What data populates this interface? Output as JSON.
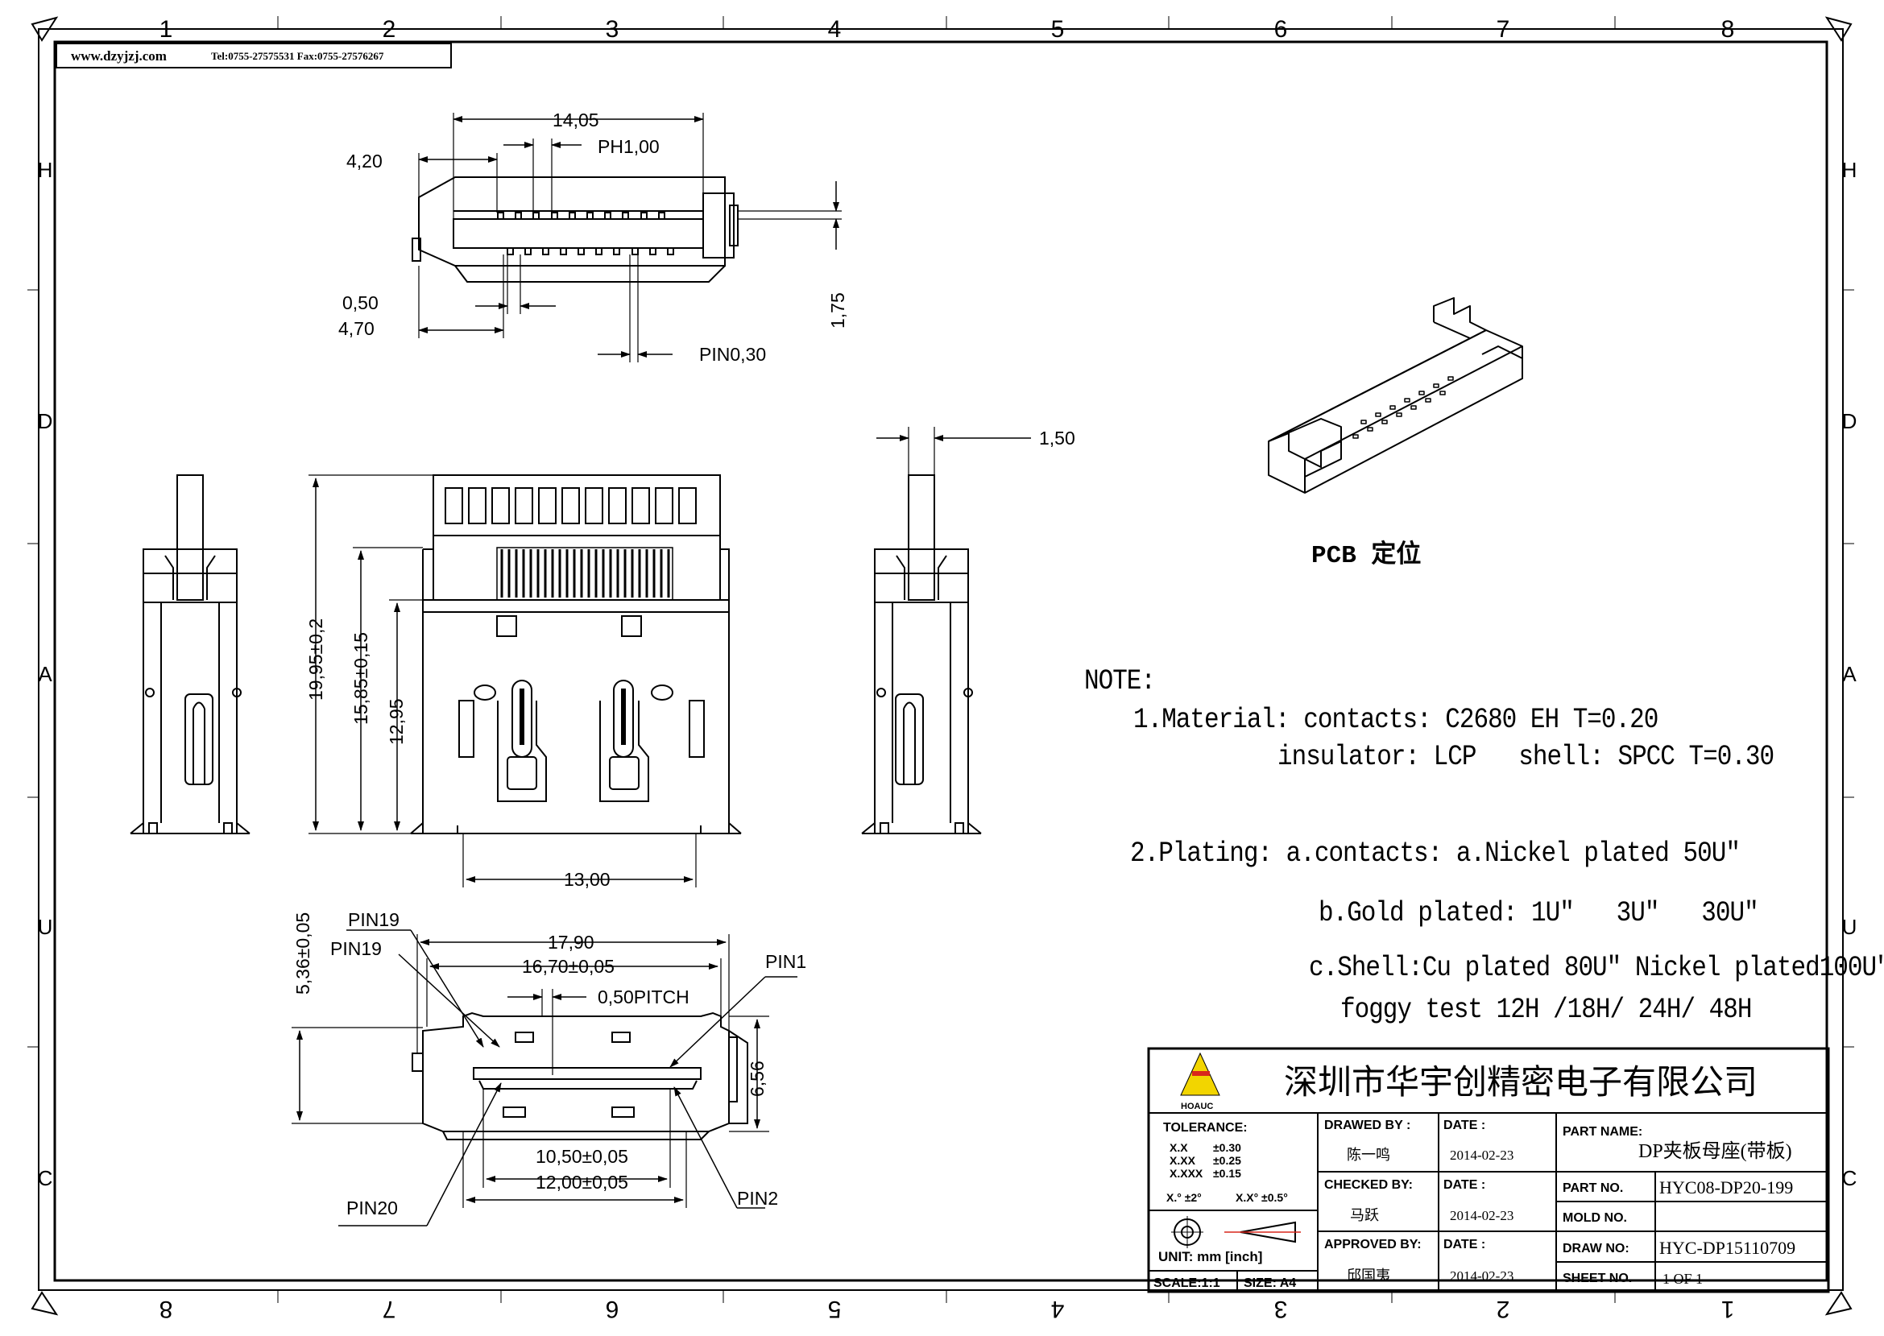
{
  "header": {
    "website": "www.dzyjzj.com",
    "contact": "Tel:0755-27575531  Fax:0755-27576267"
  },
  "border": {
    "top_zones": [
      "1",
      "2",
      "3",
      "4",
      "5",
      "6",
      "7",
      "8"
    ],
    "bottom_zones": [
      "8",
      "7",
      "6",
      "5",
      "4",
      "3",
      "2",
      "1"
    ],
    "side_zones": [
      "H",
      "D",
      "A",
      "U",
      "C"
    ]
  },
  "top_view": {
    "dim_width": "14,05",
    "dim_pitch": "PH1,00",
    "dim_offset": "4,20",
    "dim_pin_width": "0,50",
    "dim_pin_offset": "4,70",
    "dim_pin_thickness": "PIN0,30",
    "dim_height": "1,75"
  },
  "front_view": {
    "dim_total_height": "19,95±0,2",
    "dim_body_height": "15,85±0,15",
    "dim_shell_height": "12,95",
    "dim_shell_width": "13,00"
  },
  "side_view": {
    "dim_thickness": "1,50"
  },
  "bottom_view": {
    "dim_overall": "17,90",
    "dim_shell": "16,70±0,05",
    "dim_pitch": "0,50PITCH",
    "dim_height": "5,36±0,05",
    "dim_opening": "6,56",
    "dim_inner": "10,50±0,05",
    "dim_outer": "12,00±0,05",
    "pin19_a": "PIN19",
    "pin19_b": "PIN19",
    "pin1": "PIN1",
    "pin20": "PIN20",
    "pin2": "PIN2"
  },
  "iso_view": {
    "caption": "PCB 定位"
  },
  "notes": {
    "heading": "NOTE:",
    "line1": "1.Material: contacts: C2680 EH T=0.20",
    "line2": "insulator: LCP   shell: SPCC T=0.30",
    "line3": "2.Plating: a.contacts: a.Nickel plated 50U\"",
    "line4": "b.Gold plated: 1U\"   3U\"   30U\"",
    "line5": "c.Shell:Cu plated 80U\" Nickel plated100U\"",
    "line6": "foggy test 12H /18H/ 24H/ 48H"
  },
  "title_block": {
    "company": "深圳市华宇创精密电子有限公司",
    "logo_text": "HOAUC",
    "tolerance_label": "TOLERANCE:",
    "tol_x": "X.X",
    "tol_x_val": "±0.30",
    "tol_xx": "X.XX",
    "tol_xx_val": "±0.25",
    "tol_xxx": "X.XXX",
    "tol_xxx_val": "±0.15",
    "tol_angle1": "X.° ±2°",
    "tol_angle2": "X.X° ±0.5°",
    "unit": "UNIT: mm [inch]",
    "scale": "SCALE:1:1",
    "size": "SIZE: A4",
    "drawn_by_label": "DRAWED BY :",
    "drawn_by": "陈一鸣",
    "checked_by_label": "CHECKED BY:",
    "checked_by": "马跃",
    "approved_by_label": "APPROVED BY:",
    "approved_by": "邱国夷",
    "date_label": "DATE :",
    "date1": "2014-02-23",
    "date2": "2014-02-23",
    "date3": "2014-02-23",
    "part_name_label": "PART NAME:",
    "part_name": "DP夹板母座(带板)",
    "part_no_label": "PART NO.",
    "part_no": "HYC08-DP20-199",
    "mold_no_label": "MOLD NO.",
    "mold_no": "",
    "draw_no_label": "DRAW NO:",
    "draw_no": "HYC-DP15110709",
    "sheet_no_label": "SHEET NO.",
    "sheet_no": "1 OF 1"
  },
  "colors": {
    "ink": "#000000",
    "logo_yellow": "#f2d500",
    "logo_red": "#d8261c"
  }
}
